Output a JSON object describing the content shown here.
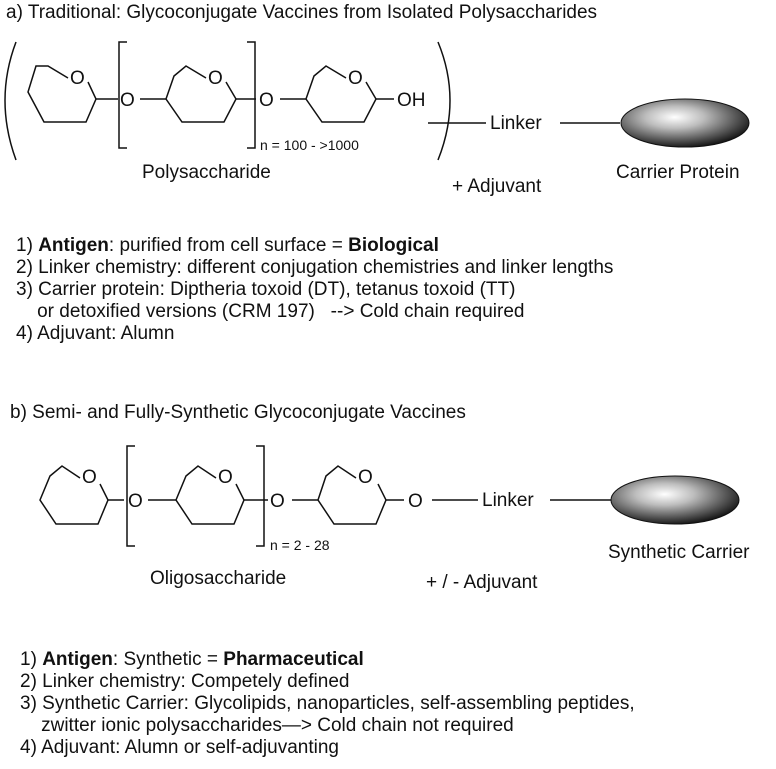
{
  "section_a": {
    "title": "a) Traditional: Glycoconjugate Vaccines from Isolated Polysaccharides",
    "ring_o": "O",
    "bridge_o": "O",
    "oh": "OH",
    "repeat": "n = 100 - >1000",
    "linker": "Linker",
    "polysaccharide_label": "Polysaccharide",
    "adjuvant_label": "+ Adjuvant",
    "carrier_label": "Carrier Protein",
    "points": [
      {
        "prefix": "1) ",
        "bold": "Antigen",
        "mid": ": purified from cell surface = ",
        "bold2": "Biological"
      },
      {
        "prefix": "2) Linker chemistry: different conjugation chemistries and linker lengths"
      },
      {
        "prefix": "3) Carrier protein: Diptheria toxoid (DT), tetanus toxoid (TT)"
      },
      {
        "prefix": "    or detoxified versions (CRM 197)   --> Cold chain required"
      },
      {
        "prefix": "4) Adjuvant: Alumn"
      }
    ]
  },
  "section_b": {
    "title": "b) Semi- and Fully-Synthetic Glycoconjugate Vaccines",
    "ring_o": "O",
    "bridge_o": "O",
    "repeat": "n = 2 - 28",
    "linker": "Linker",
    "oligosaccharide_label": "Oligosaccharide",
    "adjuvant_label": "+ / -  Adjuvant",
    "carrier_label": "Synthetic Carrier",
    "points": [
      {
        "prefix": "1) ",
        "bold": "Antigen",
        "mid": ": Synthetic = ",
        "bold2": "Pharmaceutical"
      },
      {
        "prefix": "2) Linker chemistry: Competely defined"
      },
      {
        "prefix": "3) Synthetic Carrier: Glycolipids, nanoparticles, self-assembling peptides,"
      },
      {
        "prefix": "    zwitter ionic polysaccharides—> Cold chain not required"
      },
      {
        "prefix": "4) Adjuvant: Alumn or self-adjuvanting"
      }
    ]
  },
  "colors": {
    "ink": "#111111",
    "protein_light": "#ffffff",
    "protein_dark": "#1a1a1a"
  },
  "icons": {
    "carrier": "ellipsoid-protein-icon",
    "ring": "pyranose-ring-icon"
  }
}
